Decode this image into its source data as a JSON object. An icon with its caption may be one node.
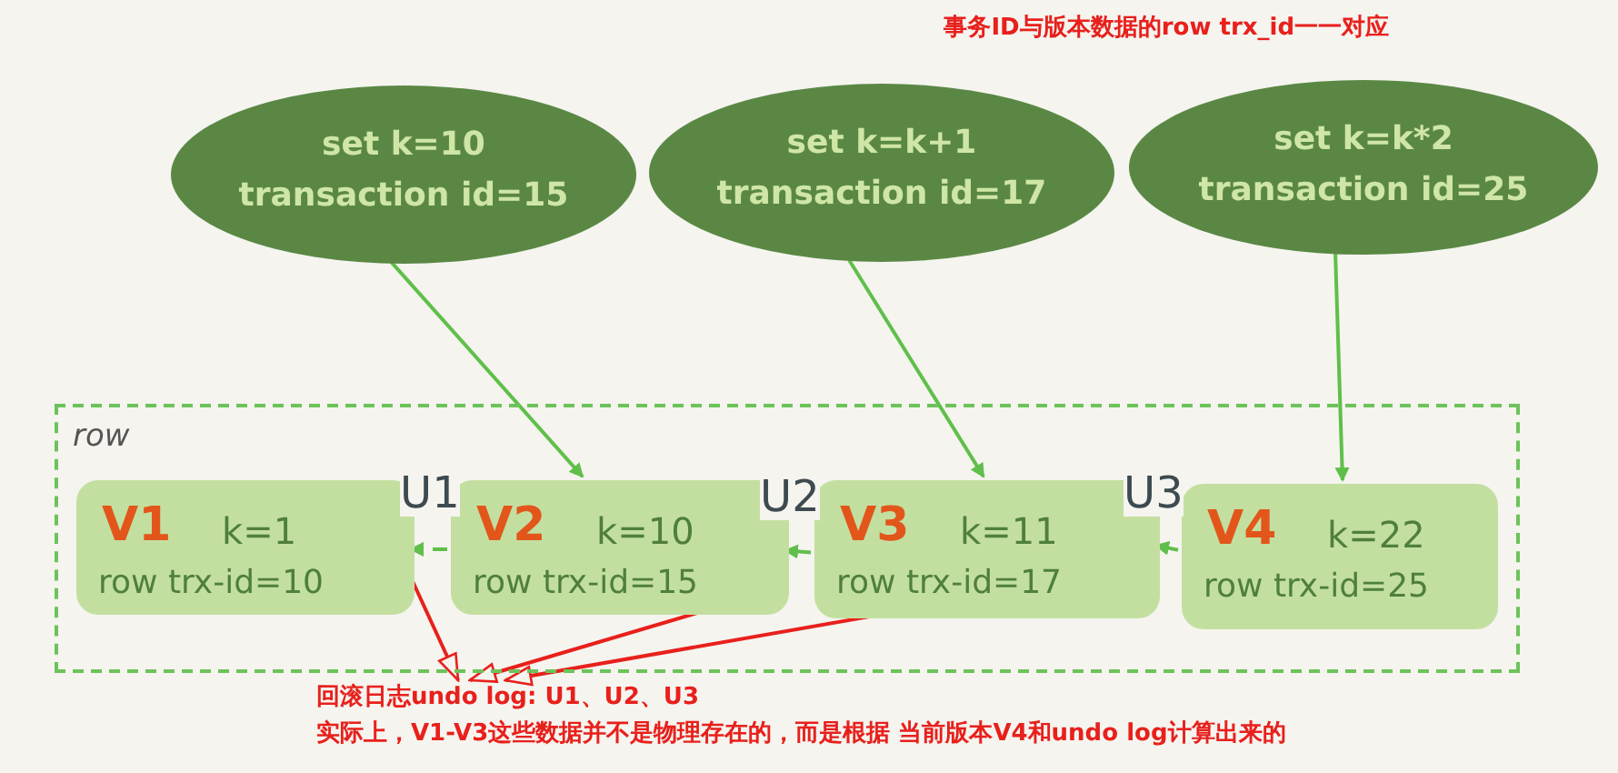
{
  "diagram": {
    "nodes": [
      {
        "text": [
          "row"
        ]
      },
      {
        "text": [
          "V1",
          "k=1",
          "row trx-id=10"
        ],
        "in": 0
      },
      {
        "text": [
          "V2",
          "k=10",
          "row trx-id=15"
        ],
        "in": 0
      },
      {
        "text": [
          "V3",
          "k=11",
          "row trx-id=17"
        ],
        "in": 0
      },
      {
        "text": [
          "V4",
          "k=22",
          "row trx-id=25"
        ],
        "in": 0
      },
      {
        "text": [
          "set k=10",
          "transaction id=15"
        ]
      },
      {
        "text": [
          "set k=k+1",
          "transaction id=17"
        ]
      },
      {
        "text": [
          "set k=k*2",
          "transaction id=25"
        ]
      },
      {
        "text": [
          "回滚日志undo log: U1、U2、U3",
          "实际上，V1-V3这些数据并不是物理存在的，而是根据 当前版本V4和undo log计算出来的"
        ]
      }
    ],
    "edges": [
      {
        "from": 5,
        "to": 2,
        "arrow": "to"
      },
      {
        "from": 6,
        "to": 3,
        "arrow": "to"
      },
      {
        "from": 7,
        "to": 4,
        "arrow": "to"
      },
      {
        "from": 2,
        "to": 1,
        "arrow": "to",
        "label": "U1",
        "style": "dashed"
      },
      {
        "from": 3,
        "to": 2,
        "arrow": "to",
        "label": "U2",
        "style": "dashed"
      },
      {
        "from": 4,
        "to": 3,
        "arrow": "to",
        "label": "U3",
        "style": "dashed"
      },
      {
        "from": 1,
        "to": 8,
        "arrow": "to",
        "color": "#e8201c"
      },
      {
        "from": 2,
        "to": 8,
        "arrow": "to",
        "color": "#e8201c"
      },
      {
        "from": 3,
        "to": 8,
        "arrow": "to",
        "color": "#e8201c"
      }
    ],
    "labels": [
      "事务ID与版本数据的row trx_id一一对应"
    ]
  }
}
